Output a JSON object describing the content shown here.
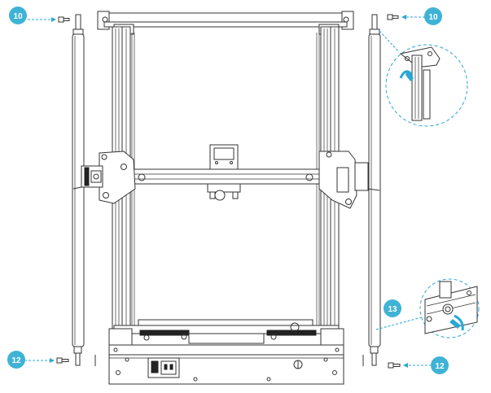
{
  "callouts": [
    {
      "id": "top-left",
      "number": "10"
    },
    {
      "id": "top-right",
      "number": "10"
    },
    {
      "id": "bottom-left",
      "number": "12"
    },
    {
      "id": "bottom-right",
      "number": "12"
    },
    {
      "id": "detail-bottom",
      "number": "13"
    }
  ],
  "colors": {
    "callout": "#3fb3d6",
    "arrow": "#2aa7d3",
    "line": "#333333",
    "panel": "#d9d9d9"
  }
}
